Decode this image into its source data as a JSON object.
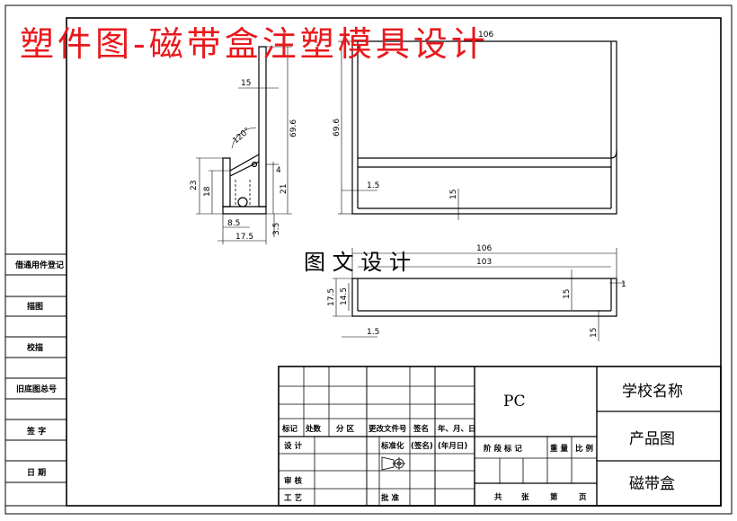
{
  "title_overlay": "塑件图-磁带盒注塑模具设计",
  "heading": "图 文 设 计",
  "side_panel": {
    "borrow_register": "借通用件登记",
    "trace": "描图",
    "proofread": "校描",
    "old_drawing_no": "旧底图总号",
    "signature": "签 字",
    "date": "日 期"
  },
  "side_view_dims": {
    "d15": "15",
    "d69_6": "69.6",
    "angle": "120°",
    "d4": "4",
    "d23": "23",
    "d18": "18",
    "d21": "21",
    "d8_5": "8.5",
    "d3_5": "3.5",
    "d17_5": "17.5"
  },
  "front_view_dims": {
    "top": "106",
    "d69_6": "69.6",
    "d1_5": "1.5",
    "d15": "15"
  },
  "bottom_view_dims": {
    "d106": "106",
    "d103": "103",
    "d17_5": "17.5",
    "d14_5": "14.5",
    "d15": "15",
    "d1": "1",
    "d1_5": "1.5",
    "d15b": "15"
  },
  "title_block": {
    "material": "PC",
    "school": "学校名称",
    "drawing_type": "产品图",
    "part_name": "磁带盒",
    "mark": "标记",
    "count": "处数",
    "zone": "分 区",
    "change_doc": "更改文件号",
    "sign": "签名",
    "ymd": "年、月、日",
    "design": "设 计",
    "standardize": "标准化",
    "signed": "(签名)",
    "ymd2": "(年月日)",
    "stage_mark": "阶 段 标 记",
    "weight": "重 量",
    "scale": "比 例",
    "review": "审 核",
    "process": "工 艺",
    "approve": "批 准",
    "total": "共",
    "sheet": "张",
    "page_no": "第",
    "page": "页"
  }
}
